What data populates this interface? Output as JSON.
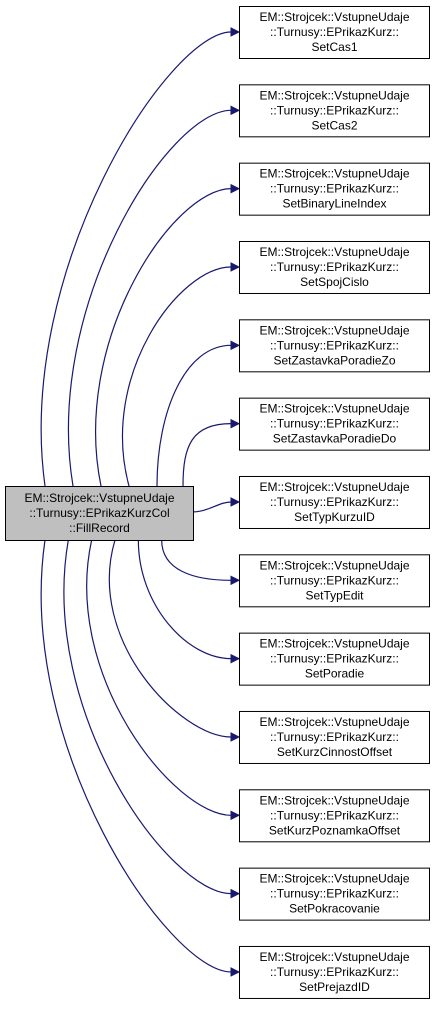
{
  "colors": {
    "edge": "#191970",
    "node_border": "#000000",
    "source_fill": "#bfbfbf",
    "target_fill": "#ffffff"
  },
  "source": {
    "lines": [
      "EM::Strojcek::VstupneUdaje",
      "::Turnusy::EPrikazKurzCol",
      "::FillRecord"
    ]
  },
  "targets": [
    {
      "lines": [
        "EM::Strojcek::VstupneUdaje",
        "::Turnusy::EPrikazKurz::",
        "SetCas1"
      ]
    },
    {
      "lines": [
        "EM::Strojcek::VstupneUdaje",
        "::Turnusy::EPrikazKurz::",
        "SetCas2"
      ]
    },
    {
      "lines": [
        "EM::Strojcek::VstupneUdaje",
        "::Turnusy::EPrikazKurz::",
        "SetBinaryLineIndex"
      ]
    },
    {
      "lines": [
        "EM::Strojcek::VstupneUdaje",
        "::Turnusy::EPrikazKurz::",
        "SetSpojCislo"
      ]
    },
    {
      "lines": [
        "EM::Strojcek::VstupneUdaje",
        "::Turnusy::EPrikazKurz::",
        "SetZastavkaPoradieZo"
      ]
    },
    {
      "lines": [
        "EM::Strojcek::VstupneUdaje",
        "::Turnusy::EPrikazKurz::",
        "SetZastavkaPoradieDo"
      ]
    },
    {
      "lines": [
        "EM::Strojcek::VstupneUdaje",
        "::Turnusy::EPrikazKurz::",
        "SetTypKurzuID"
      ]
    },
    {
      "lines": [
        "EM::Strojcek::VstupneUdaje",
        "::Turnusy::EPrikazKurz::",
        "SetTypEdit"
      ]
    },
    {
      "lines": [
        "EM::Strojcek::VstupneUdaje",
        "::Turnusy::EPrikazKurz::",
        "SetPoradie"
      ]
    },
    {
      "lines": [
        "EM::Strojcek::VstupneUdaje",
        "::Turnusy::EPrikazKurz::",
        "SetKurzCinnostOffset"
      ]
    },
    {
      "lines": [
        "EM::Strojcek::VstupneUdaje",
        "::Turnusy::EPrikazKurz::",
        "SetKurzPoznamkaOffset"
      ]
    },
    {
      "lines": [
        "EM::Strojcek::VstupneUdaje",
        "::Turnusy::EPrikazKurz::",
        "SetPokracovanie"
      ]
    },
    {
      "lines": [
        "EM::Strojcek::VstupneUdaje",
        "::Turnusy::EPrikazKurz::",
        "SetPrejazdID"
      ]
    }
  ]
}
